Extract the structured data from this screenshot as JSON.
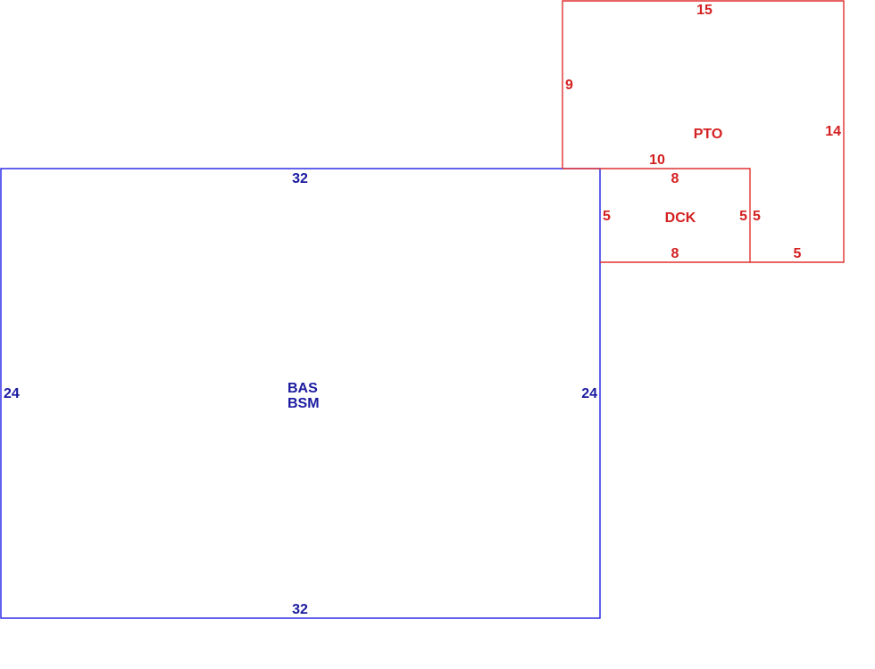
{
  "colors": {
    "main_area": "#2020e8",
    "main_text": "#1a1aa0",
    "addition_line": "#e03030",
    "addition_text": "#d42020"
  },
  "areas": {
    "bas": {
      "labels": [
        "BAS",
        "BSM"
      ],
      "dims": {
        "top": "32",
        "bottom": "32",
        "left": "24",
        "right": "24"
      }
    },
    "pto": {
      "label": "PTO",
      "dims": {
        "top": "15",
        "left": "9",
        "right": "14",
        "inner_bottom": "10",
        "lower_right": "5"
      }
    },
    "dck": {
      "label": "DCK",
      "dims": {
        "top": "8",
        "bottom": "8",
        "left": "5",
        "right": "5",
        "right_outer": "5"
      }
    }
  }
}
